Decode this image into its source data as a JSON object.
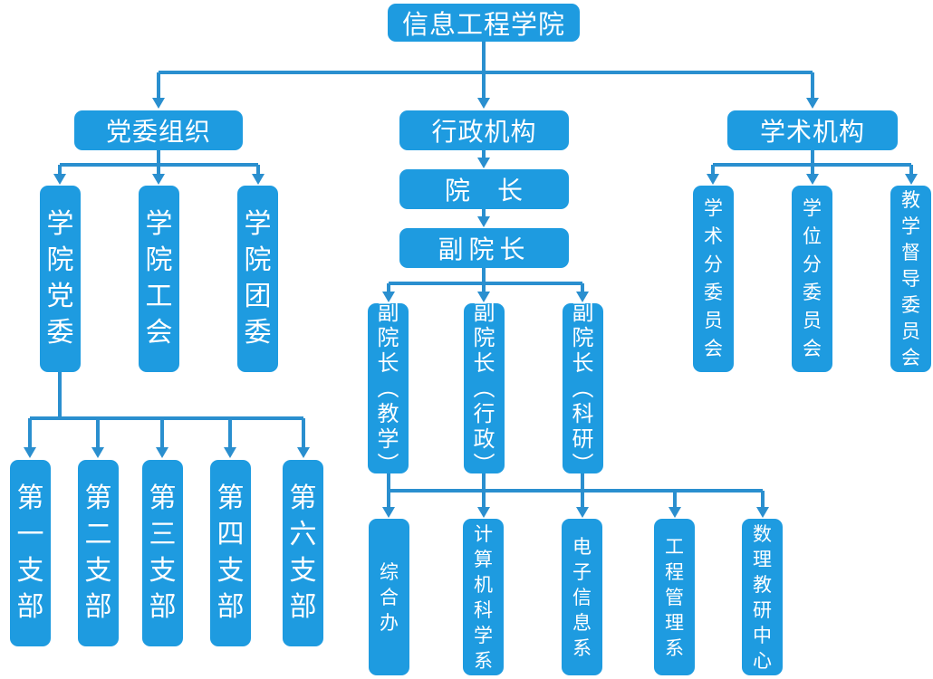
{
  "diagram": {
    "type": "org-chart",
    "accent_color": "#1e9be0",
    "line_color": "#2a8fcf",
    "root": "信息工程学院",
    "branches": {
      "party": {
        "title": "党委组织",
        "children": [
          "学院党委",
          "学院工会",
          "学院团委"
        ],
        "sub_branches": [
          "第一支部",
          "第二支部",
          "第三支部",
          "第四支部",
          "第六支部"
        ]
      },
      "admin": {
        "title": "行政机构",
        "dean": "院　长",
        "vice_dean": "副院长",
        "vice_deans": [
          "副院长（教学）",
          "副院长（行政）",
          "副院长（科研）"
        ],
        "departments": [
          "综合办",
          "计算机科学系",
          "电子信息系",
          "工程管理系",
          "数理教研中心"
        ]
      },
      "academic": {
        "title": "学术机构",
        "children": [
          "学术分委员会",
          "学位分委员会",
          "教学督导委员会"
        ]
      }
    }
  }
}
